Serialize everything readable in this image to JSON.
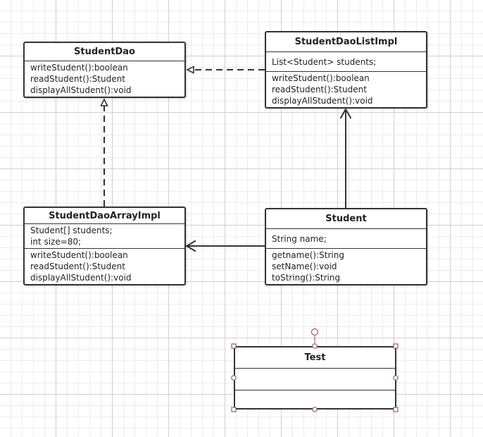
{
  "colors": {
    "line": "#333333",
    "selection": "#a05a5a"
  },
  "classes": {
    "student_dao": {
      "name": "StudentDao",
      "methods": [
        "writeStudent():boolean",
        "readStudent():Student",
        "displayAllStudent():void"
      ]
    },
    "student_dao_list_impl": {
      "name": "StudentDaoListImpl",
      "attributes": [
        "List<Student> students;"
      ],
      "methods": [
        "writeStudent():boolean",
        "readStudent():Student",
        "displayAllStudent():void"
      ]
    },
    "student_dao_array_impl": {
      "name": "StudentDaoArrayImpl",
      "attributes": [
        "Student[] students;",
        "int size=80;"
      ],
      "methods": [
        "writeStudent():boolean",
        "readStudent():Student",
        "displayAllStudent():void"
      ]
    },
    "student": {
      "name": "Student",
      "attributes": [
        "String name;"
      ],
      "methods": [
        "getname():String",
        "setName():void",
        "toString():String"
      ]
    },
    "test": {
      "name": "Test",
      "selected": true
    }
  },
  "relations": [
    {
      "type": "realization",
      "from": "StudentDaoListImpl",
      "to": "StudentDao"
    },
    {
      "type": "realization",
      "from": "StudentDaoArrayImpl",
      "to": "StudentDao"
    },
    {
      "type": "association",
      "from": "Student",
      "to": "StudentDaoListImpl"
    },
    {
      "type": "association",
      "from": "Student",
      "to": "StudentDaoArrayImpl"
    }
  ]
}
